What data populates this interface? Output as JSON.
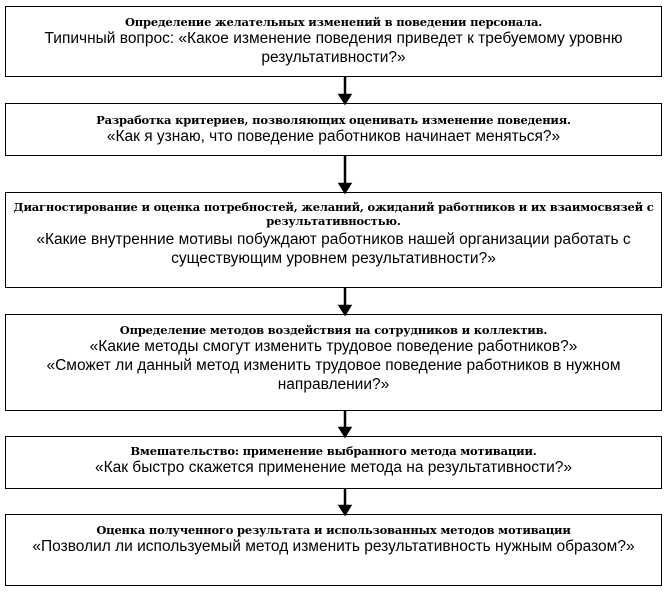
{
  "steps": [
    {
      "title": "Определение желательных изменений в поведении персонала.",
      "question": "Типичный вопрос: «Какое изменение поведения приведет к требуемому уровню результативности?»"
    },
    {
      "title": "Разработка критериев, позволяющих оценивать изменение поведения.",
      "question": "«Как я узнаю, что поведение работников начинает меняться?»"
    },
    {
      "title": "Диагностирование и оценка потребностей, желаний, ожиданий работников и их взаимосвязей с результативностью.",
      "question": "«Какие внутренние мотивы побуждают работников нашей организации работать с существующим уровнем результативности?»"
    },
    {
      "title": "Определение методов воздействия на сотрудников и коллектив.",
      "question": "«Какие методы смогут изменить трудовое поведение работников?»",
      "question2": "«Сможет ли данный метод изменить трудовое поведение работников в нужном направлении?»"
    },
    {
      "title": "Вмешательство: применение выбранного метода мотивации.",
      "question": "«Как быстро скажется применение метода на результативности?»"
    },
    {
      "title": "Оценка полученного результата и использованных методов мотивации",
      "question": "«Позволил ли используемый метод изменить результативность нужным образом?»"
    }
  ]
}
